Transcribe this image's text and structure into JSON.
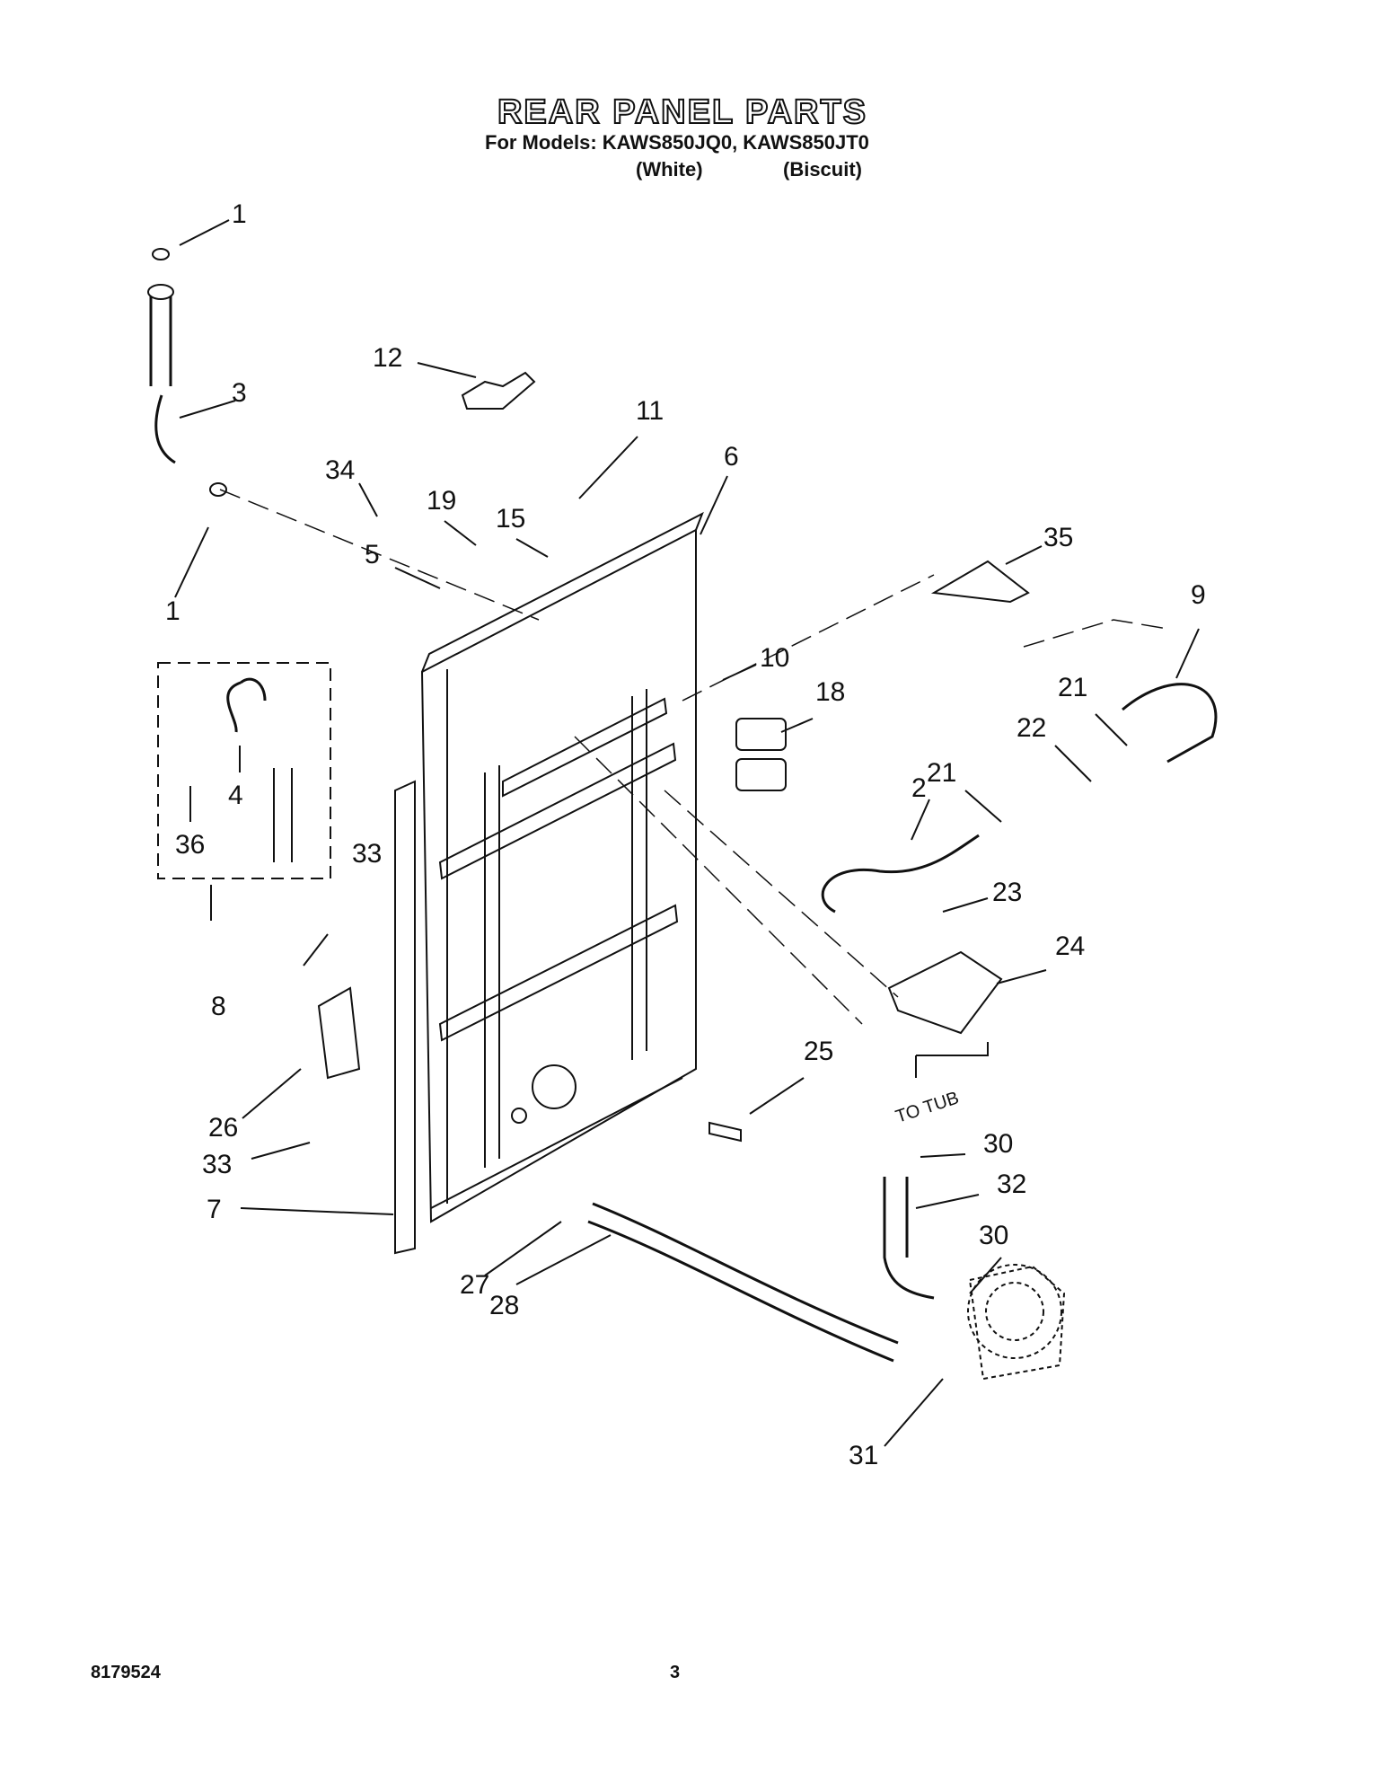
{
  "header": {
    "title": "REAR PANEL PARTS",
    "subtitle": "For Models: KAWS850JQ0, KAWS850JT0",
    "variant_white": "(White)",
    "variant_biscuit": "(Biscuit)"
  },
  "diagram": {
    "callouts": [
      "1",
      "3",
      "12",
      "11",
      "6",
      "34",
      "19",
      "15",
      "5",
      "35",
      "1",
      "9",
      "10",
      "21",
      "18",
      "22",
      "21",
      "4",
      "36",
      "2",
      "23",
      "33",
      "24",
      "8",
      "26",
      "25",
      "33",
      "30",
      "32",
      "7",
      "30",
      "27",
      "28",
      "31"
    ],
    "annotation": "TO TUB"
  },
  "footer": {
    "doc_number": "8179524",
    "page_number": "3"
  }
}
